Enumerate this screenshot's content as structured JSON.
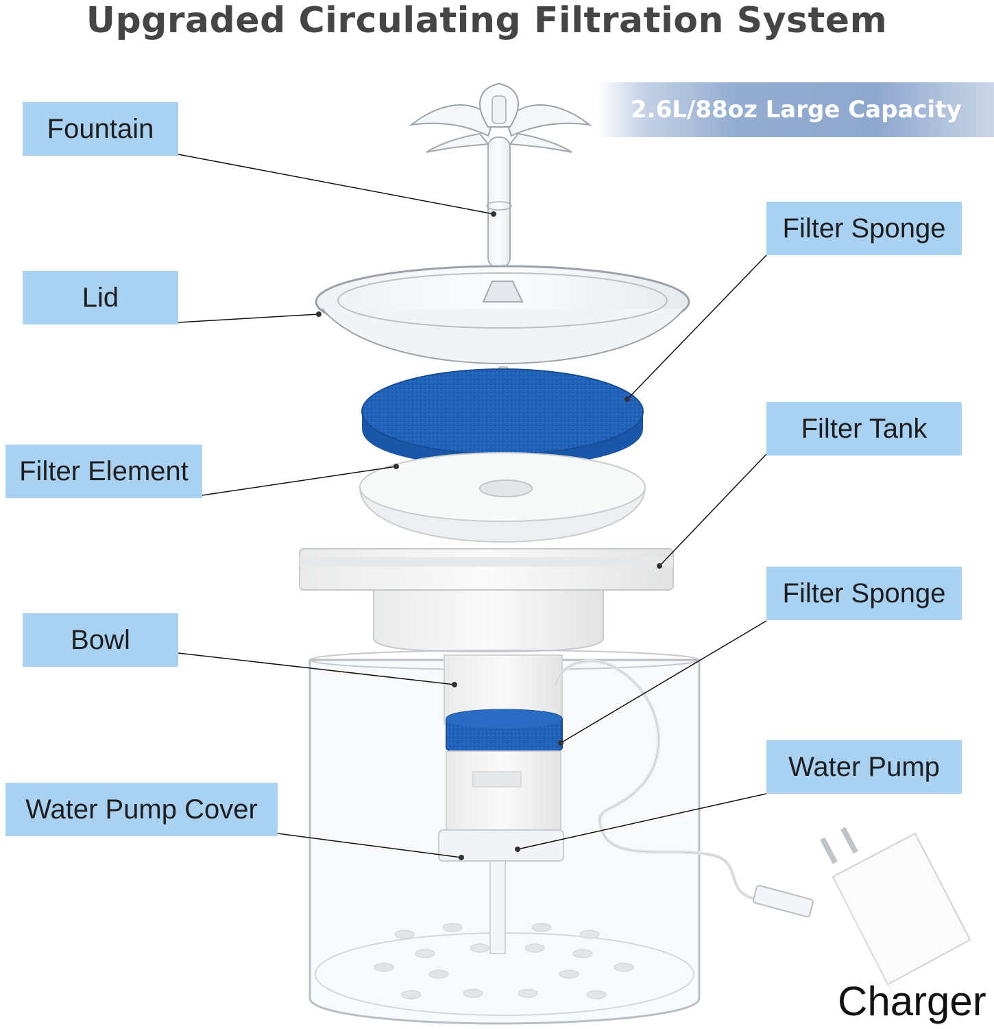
{
  "title": "Upgraded Circulating Filtration System",
  "capacity_banner": "2.6L/88oz Large Capacity",
  "labels": {
    "fountain": "Fountain",
    "lid": "Lid",
    "filter_element": "Filter Element",
    "bowl": "Bowl",
    "water_pump_cover": "Water Pump Cover",
    "filter_sponge_top": "Filter Sponge",
    "filter_tank": "Filter Tank",
    "filter_sponge_bottom": "Filter Sponge",
    "water_pump": "Water Pump"
  },
  "charger_label": "Charger",
  "colors": {
    "label_bg": "#a9d1f2",
    "title": "#454545",
    "sponge_blue": "#1e5fb5",
    "banner": "#94add1"
  }
}
